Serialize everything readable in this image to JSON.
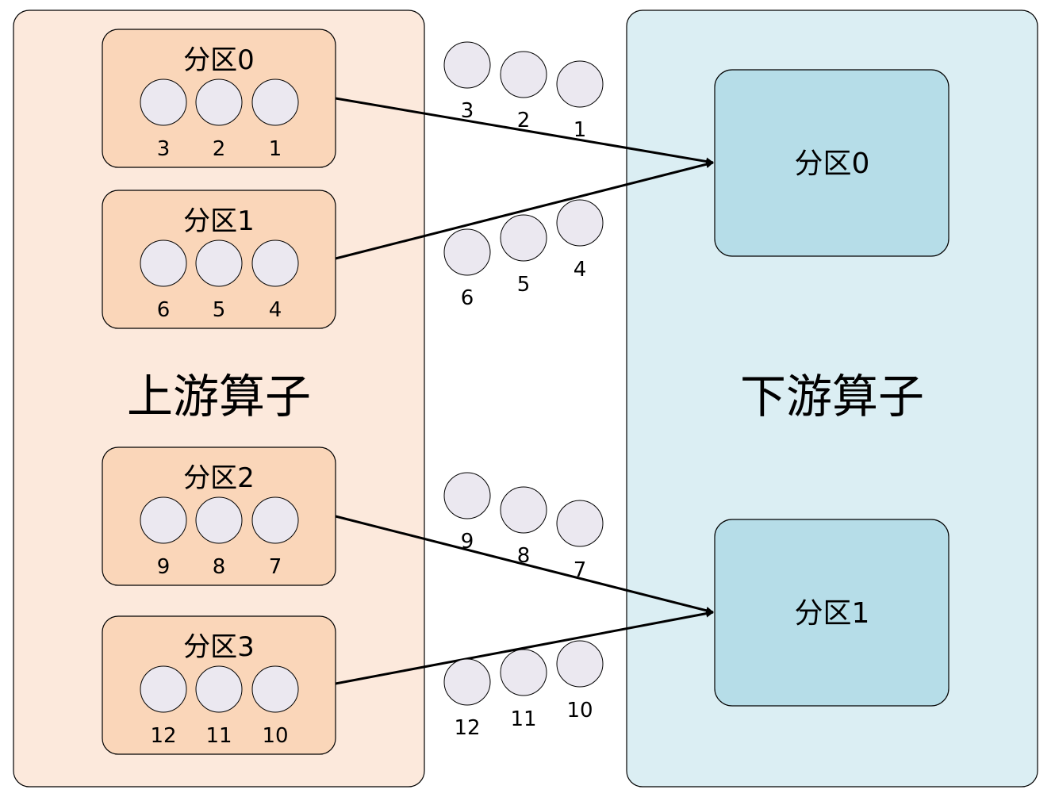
{
  "colors": {
    "upstream_bg": "#fce9dc",
    "upstream_partition_bg": "#fad6b9",
    "downstream_bg": "#dbeef3",
    "downstream_partition_bg": "#b6dde8",
    "record_fill": "#ebe8f0",
    "stroke": "#000000"
  },
  "upstream": {
    "title": "上游算子",
    "partitions": [
      {
        "label": "分区0",
        "records": [
          "3",
          "2",
          "1"
        ]
      },
      {
        "label": "分区1",
        "records": [
          "6",
          "5",
          "4"
        ]
      },
      {
        "label": "分区2",
        "records": [
          "9",
          "8",
          "7"
        ]
      },
      {
        "label": "分区3",
        "records": [
          "12",
          "11",
          "10"
        ]
      }
    ]
  },
  "downstream": {
    "title": "下游算子",
    "partitions": [
      {
        "label": "分区0"
      },
      {
        "label": "分区1"
      }
    ]
  },
  "flows": [
    {
      "from": "上游分区0",
      "to": "下游分区0",
      "records": [
        "3",
        "2",
        "1"
      ]
    },
    {
      "from": "上游分区1",
      "to": "下游分区0",
      "records": [
        "6",
        "5",
        "4"
      ]
    },
    {
      "from": "上游分区2",
      "to": "下游分区1",
      "records": [
        "9",
        "8",
        "7"
      ]
    },
    {
      "from": "上游分区3",
      "to": "下游分区1",
      "records": [
        "12",
        "11",
        "10"
      ]
    }
  ]
}
